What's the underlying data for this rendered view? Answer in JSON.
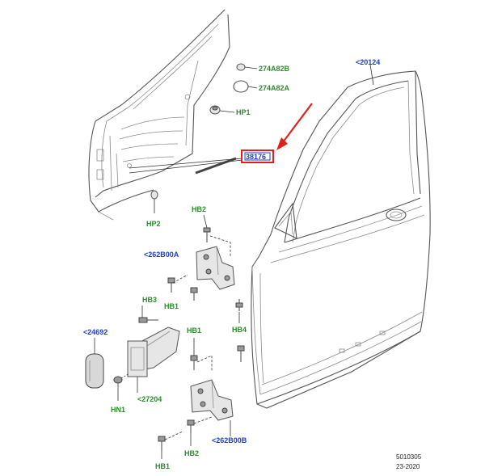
{
  "diagram": {
    "part_labels": {
      "p274a82b": "274A82B",
      "p274a82a": "274A82A",
      "hp1": "HP1",
      "p38176": "38176",
      "hp2": "HP2",
      "p20124": "<20124",
      "hb2_top": "HB2",
      "p262b00a": "<262B00A",
      "hb1_a": "HB1",
      "hb3": "HB3",
      "hb1_b": "HB1",
      "hb4": "HB4",
      "p24692": "<24692",
      "p27204": "<27204",
      "hn1": "HN1",
      "p262b00b": "<262B00B",
      "hb2_bottom": "HB2",
      "hb1_bottom": "HB1"
    },
    "footer": {
      "code": "5010305",
      "date": "23-2020"
    },
    "colors": {
      "label_green": "#2e8b2e",
      "label_blue": "#1f3fbf",
      "highlight_red": "#e0201b"
    }
  }
}
